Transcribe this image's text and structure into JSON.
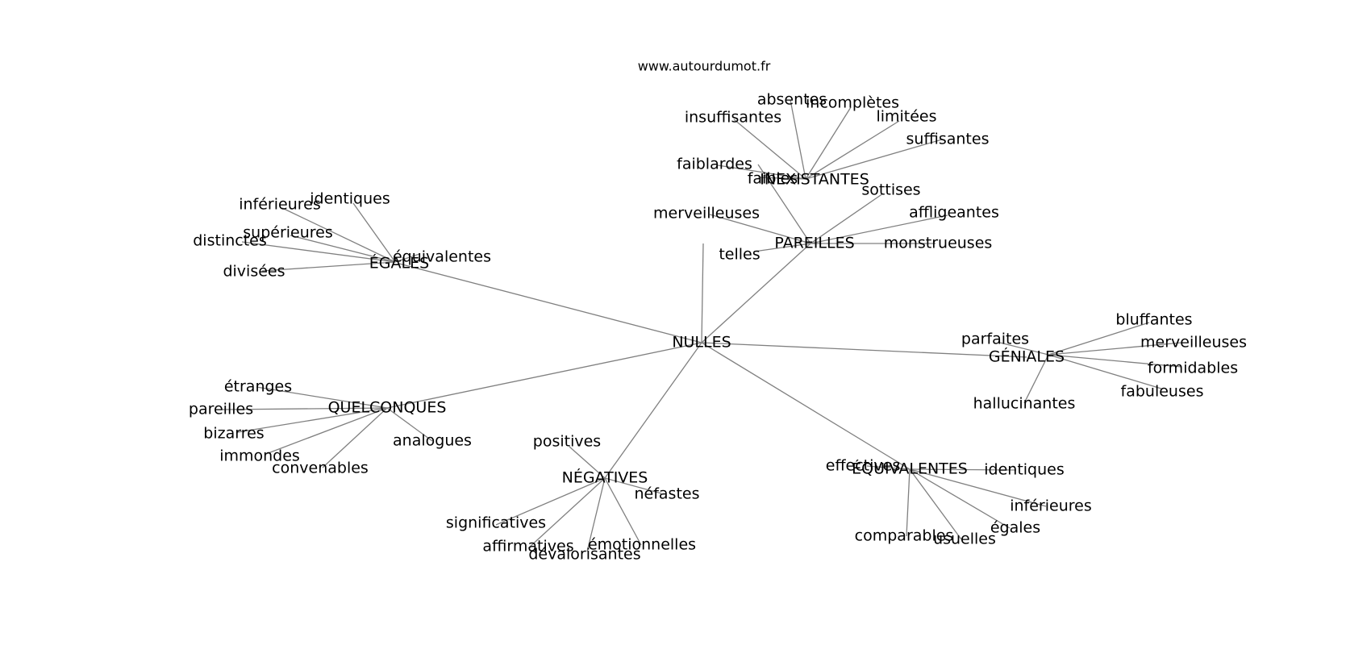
{
  "source": "www.autourdumot.fr",
  "center": "NULLES",
  "clusters": [
    {
      "hub": "INEXISTANTES",
      "leaves": [
        "absentes",
        "incomplètes",
        "insuffisantes",
        "limitées",
        "suffisantes",
        "faiblardes",
        "faibles"
      ]
    },
    {
      "hub": "PAREILLES",
      "leaves": [
        "faiblardes",
        "sottises",
        "merveilleuses",
        "affligeantes",
        "monstrueuses",
        "telles"
      ]
    },
    {
      "hub": "ÉGALES",
      "leaves": [
        "identiques",
        "inférieures",
        "supérieures",
        "distinctes",
        "équivalentes",
        "divisées"
      ]
    },
    {
      "hub": "GÉNIALES",
      "leaves": [
        "bluffantes",
        "parfaites",
        "merveilleuses",
        "formidables",
        "fabuleuses",
        "hallucinantes"
      ]
    },
    {
      "hub": "QUELCONQUES",
      "leaves": [
        "étranges",
        "pareilles",
        "bizarres",
        "immondes",
        "convenables",
        "analogues"
      ]
    },
    {
      "hub": "NÉGATIVES",
      "leaves": [
        "positives",
        "néfastes",
        "significatives",
        "affirmatives",
        "dévalorisantes",
        "émotionnelles"
      ]
    },
    {
      "hub": "ÉQUIVALENTES",
      "leaves": [
        "effectives",
        "identiques",
        "inférieures",
        "égales",
        "comparables",
        "usuelles"
      ]
    }
  ]
}
